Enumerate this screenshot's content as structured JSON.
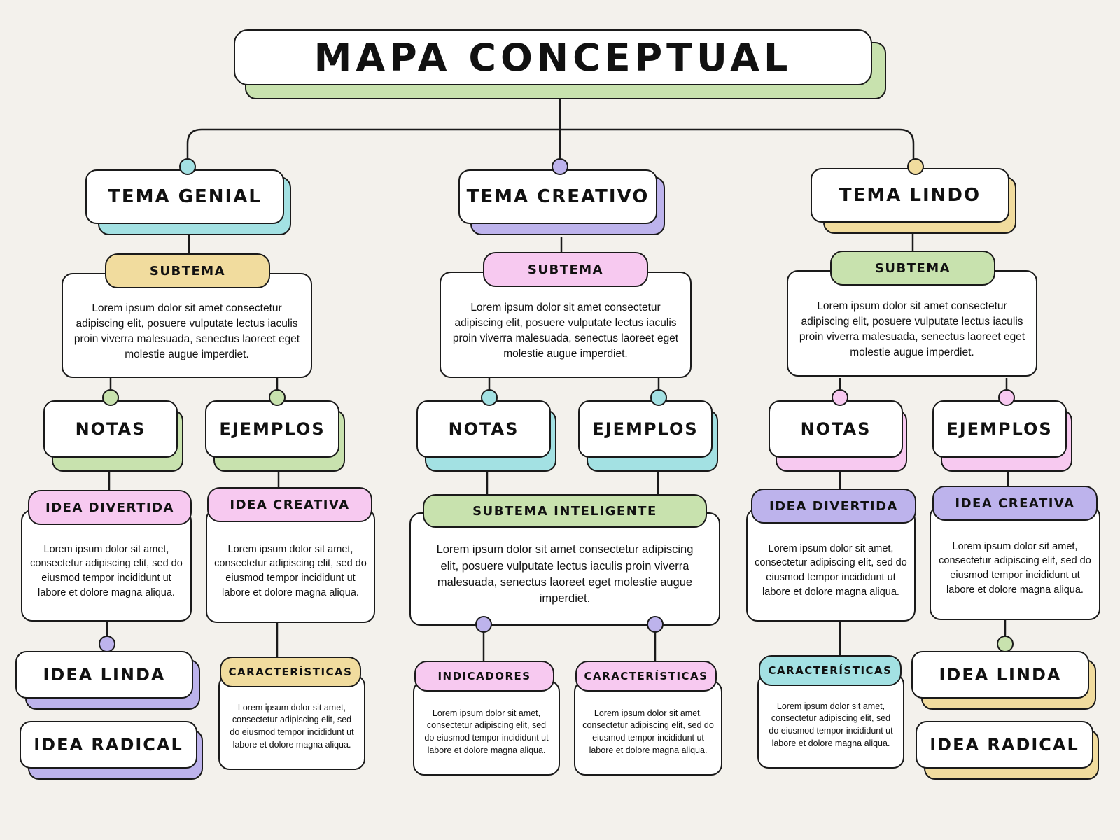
{
  "colors": {
    "background": "#f3f1ec",
    "green": "#c8e2ae",
    "cyan": "#a3e1e3",
    "purple": "#bdb3ec",
    "yellow": "#f1dc9e",
    "pink": "#f7c9f0",
    "outline": "#1a1a1a"
  },
  "title": "MAPA CONCEPTUAL",
  "topics": [
    {
      "title": "TEMA GENIAL"
    },
    {
      "title": "TEMA CREATIVO"
    },
    {
      "title": "TEMA LINDO"
    }
  ],
  "subtopics": [
    {
      "label": "SUBTEMA",
      "text": "Lorem ipsum dolor sit amet consectetur adipiscing elit, posuere vulputate lectus iaculis proin viverra malesuada, senectus laoreet eget molestie augue imperdiet."
    },
    {
      "label": "SUBTEMA",
      "text": "Lorem ipsum dolor sit amet consectetur adipiscing elit, posuere vulputate lectus iaculis proin viverra malesuada, senectus laoreet eget molestie augue imperdiet."
    },
    {
      "label": "SUBTEMA",
      "text": "Lorem ipsum dolor sit amet consectetur adipiscing elit, posuere vulputate lectus iaculis proin viverra malesuada, senectus laoreet eget molestie augue imperdiet."
    }
  ],
  "notes_label": "NOTAS",
  "examples_label": "EJEMPLOS",
  "ideas": [
    {
      "label": "IDEA DIVERTIDA",
      "text": "Lorem ipsum dolor sit amet, consectetur adipiscing elit, sed do eiusmod tempor incididunt ut labore et dolore magna aliqua."
    },
    {
      "label": "IDEA CREATIVA",
      "text": "Lorem ipsum dolor sit amet, consectetur adipiscing elit, sed do eiusmod tempor incididunt ut labore et dolore magna aliqua."
    },
    {
      "label": "IDEA DIVERTIDA",
      "text": "Lorem ipsum dolor sit amet, consectetur adipiscing elit, sed do eiusmod tempor incididunt ut labore et dolore magna aliqua."
    },
    {
      "label": "IDEA CREATIVA",
      "text": "Lorem ipsum dolor sit amet, consectetur adipiscing elit, sed do eiusmod tempor incididunt ut labore et dolore magna aliqua."
    }
  ],
  "smart_subtopic": {
    "label": "SUBTEMA INTELIGENTE",
    "text": "Lorem ipsum dolor sit amet consectetur adipiscing elit, posuere vulputate lectus iaculis proin viverra malesuada, senectus laoreet eget molestie augue imperdiet."
  },
  "details": [
    {
      "label": "CARACTERÍSTICAS",
      "text": "Lorem ipsum dolor sit amet, consectetur adipiscing elit, sed do eiusmod tempor incididunt ut labore et dolore magna aliqua."
    },
    {
      "label": "INDICADORES",
      "text": "Lorem ipsum dolor sit amet, consectetur adipiscing elit, sed do eiusmod tempor incididunt ut labore et dolore magna aliqua."
    },
    {
      "label": "CARACTERÍSTICAS",
      "text": "Lorem ipsum dolor sit amet, consectetur adipiscing elit, sed do eiusmod tempor incididunt ut labore et dolore magna aliqua."
    },
    {
      "label": "CARACTERÍSTICAS",
      "text": "Lorem ipsum dolor sit amet, consectetur adipiscing elit, sed do eiusmod tempor incididunt ut labore et dolore magna aliqua."
    }
  ],
  "pretty_idea_label": "IDEA LINDA",
  "radical_idea_label": "IDEA RADICAL"
}
